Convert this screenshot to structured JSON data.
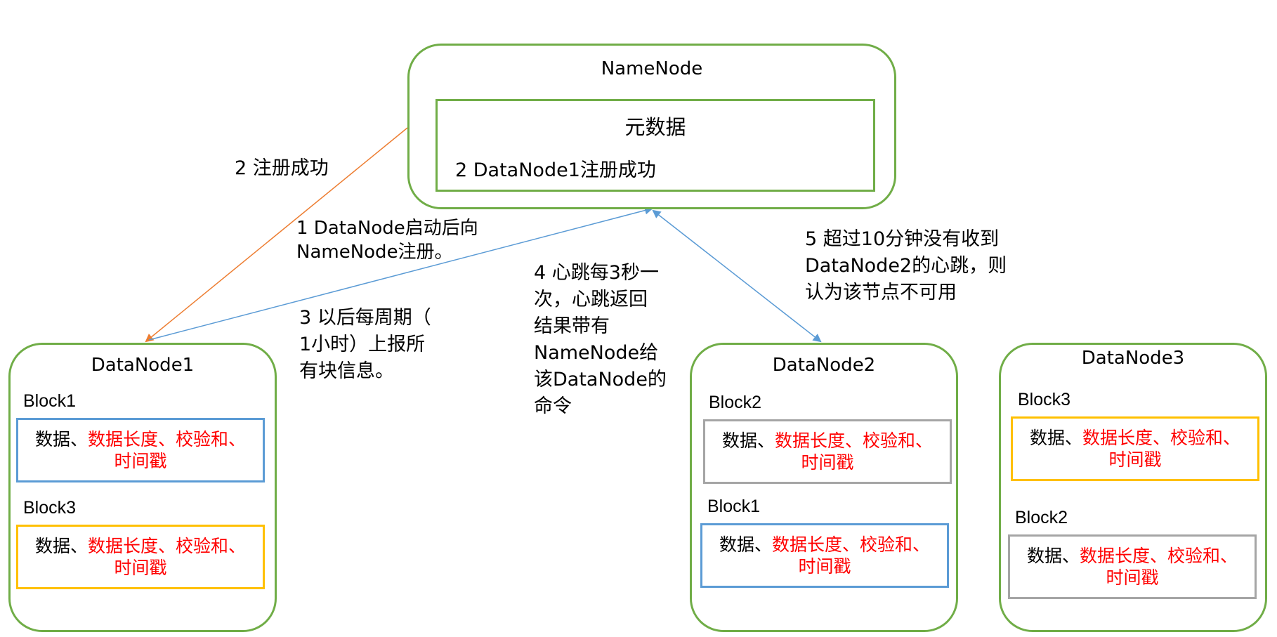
{
  "namenode": {
    "title": "NameNode",
    "metadata": {
      "title": "元数据",
      "entry": "2 DataNode1注册成功"
    }
  },
  "annotations": {
    "register_success": "2 注册成功",
    "startup_register_line1": "1 DataNode启动后向",
    "startup_register_line2": "NameNode注册。",
    "periodic_report_line1": "3 以后每周期（",
    "periodic_report_line2": "1小时）上报所",
    "periodic_report_line3": "有块信息。",
    "heartbeat_line1": "4 心跳每3秒一",
    "heartbeat_line2": "次，心跳返回",
    "heartbeat_line3": "结果带有",
    "heartbeat_line4": "NameNode给",
    "heartbeat_line5": "该DataNode的",
    "heartbeat_line6": "命令",
    "timeout_line1": "5 超过10分钟没有收到",
    "timeout_line2": "DataNode2的心跳，则",
    "timeout_line3": "认为该节点不可用"
  },
  "block_content": {
    "data": "数据、",
    "red_part": "数据长度、校验和、",
    "timestamp": "时间戳"
  },
  "datanodes": [
    {
      "title": "DataNode1",
      "blocks": [
        {
          "label": "Block1"
        },
        {
          "label": "Block3"
        }
      ]
    },
    {
      "title": "DataNode2",
      "blocks": [
        {
          "label": "Block2"
        },
        {
          "label": "Block1"
        }
      ]
    },
    {
      "title": "DataNode3",
      "blocks": [
        {
          "label": "Block3"
        },
        {
          "label": "Block2"
        }
      ]
    }
  ],
  "colors": {
    "node_border": "#70ad47",
    "blue_block": "#5b9bd5",
    "gold_block": "#ffc000",
    "gray_block": "#a5a5a5",
    "register_arrow": "#ed7d31",
    "heartbeat_arrow": "#5b9bd5",
    "highlight_text": "#ff0000"
  }
}
